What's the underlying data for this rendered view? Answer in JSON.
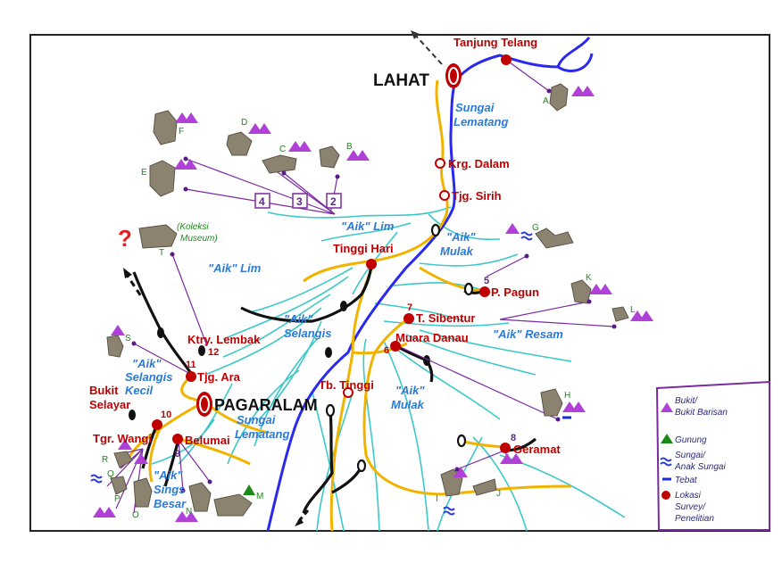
{
  "colors": {
    "main_river": "#2a2aee",
    "tributary": "#3cc8c8",
    "road": "#f0b400",
    "track": "#111111",
    "town": "#c00000",
    "stream_label": "#2a7ad8",
    "site_link": "#7a2aa0",
    "mountain": "#b040d8",
    "gunung": "#1b8a1b"
  },
  "towns": {
    "lahat": "LAHAT",
    "pagaralam": "PAGARALAM"
  },
  "places": {
    "tanjung_telang": "Tanjung Telang",
    "krg_dalam": "Krg. Dalam",
    "tjg_sirih": "Tjg. Sirih",
    "tinggi_hari": "Tinggi Hari",
    "p_pagun": "P. Pagun",
    "t_sibentur": "T. Sibentur",
    "muara_danau": "Muara Danau",
    "ktry_lembak": "Ktry. Lembak",
    "tjg_ara": "Tjg. Ara",
    "bukit": "Bukit",
    "selayar": "Selayar",
    "tb_tinggi": "Tb. Tinggi",
    "tgr_wangi": "Tgr. Wangi",
    "belumai": "Belumai",
    "geramat": "Geramat"
  },
  "rivers": {
    "sungai_lematang_1": "Sungai",
    "sungai_lematang_2": "Lematang",
    "aik_lim_1": "\"Aik\" Lim",
    "aik_lim_2": "\"Aik\" Lim",
    "aik_mulak_1a": "\"Aik\"",
    "aik_mulak_1b": "Mulak",
    "aik_selangis_a": "\"Aik\"",
    "aik_selangis_b": "Selangis",
    "aik_resam": "\"Aik\" Resam",
    "aik_selangis_kecil_a": "\"Aik\"",
    "aik_selangis_kecil_b": "Selangis",
    "aik_selangis_kecil_c": "Kecil",
    "aik_mulak_2a": "\"Aik\"",
    "aik_mulak_2b": "Mulak",
    "aik_sings_a": "\"Aik\"",
    "aik_sings_b": "Sings",
    "aik_sings_c": "Besar"
  },
  "site_numbers": [
    "2",
    "3",
    "4",
    "5",
    "6",
    "7",
    "8",
    "9",
    "10",
    "11",
    "12"
  ],
  "site_letters": [
    "A",
    "B",
    "C",
    "D",
    "E",
    "F",
    "G",
    "H",
    "I",
    "J",
    "K",
    "L",
    "M",
    "N",
    "O",
    "P",
    "Q",
    "R",
    "S",
    "T"
  ],
  "museum_note_1": "(Koleksi",
  "museum_note_2": "Museum)",
  "question_mark": "?",
  "legend": {
    "items": [
      {
        "lines": [
          "Bukit/",
          "Bukit Barisan"
        ],
        "icon": "mountain-icon"
      },
      {
        "lines": [
          "Gunung"
        ],
        "icon": "gunung-icon"
      },
      {
        "lines": [
          "Sungai/",
          "Anak Sungai"
        ],
        "icon": "river-icon"
      },
      {
        "lines": [
          "Tebat"
        ],
        "icon": "tebat-icon"
      },
      {
        "lines": [
          "Lokasi",
          "Survey/",
          "Penelitian"
        ],
        "icon": "survey-dot-icon"
      }
    ]
  }
}
